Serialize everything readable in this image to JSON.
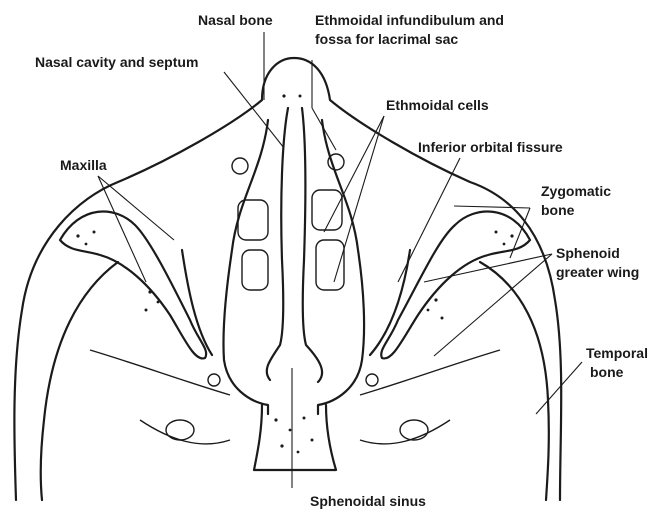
{
  "labels": {
    "nasal_bone": "Nasal bone",
    "ethmoidal_infundibulum": [
      "Ethmoidal infundibulum and",
      "fossa for lacrimal sac"
    ],
    "nasal_cavity_septum": "Nasal cavity and septum",
    "ethmoidal_cells": "Ethmoidal cells",
    "inferior_orbital_fissure": "Inferior orbital fissure",
    "maxilla": "Maxilla",
    "zygomatic_bone": [
      "Zygomatic",
      "bone"
    ],
    "sphenoid_greater_wing": [
      "Sphenoid",
      "greater wing"
    ],
    "temporal_bone": [
      "Temporal",
      "bone"
    ],
    "sphenoidal_sinus": "Sphenoidal sinus"
  },
  "colors": {
    "ink": "#1b1b1b",
    "background": "#ffffff"
  }
}
